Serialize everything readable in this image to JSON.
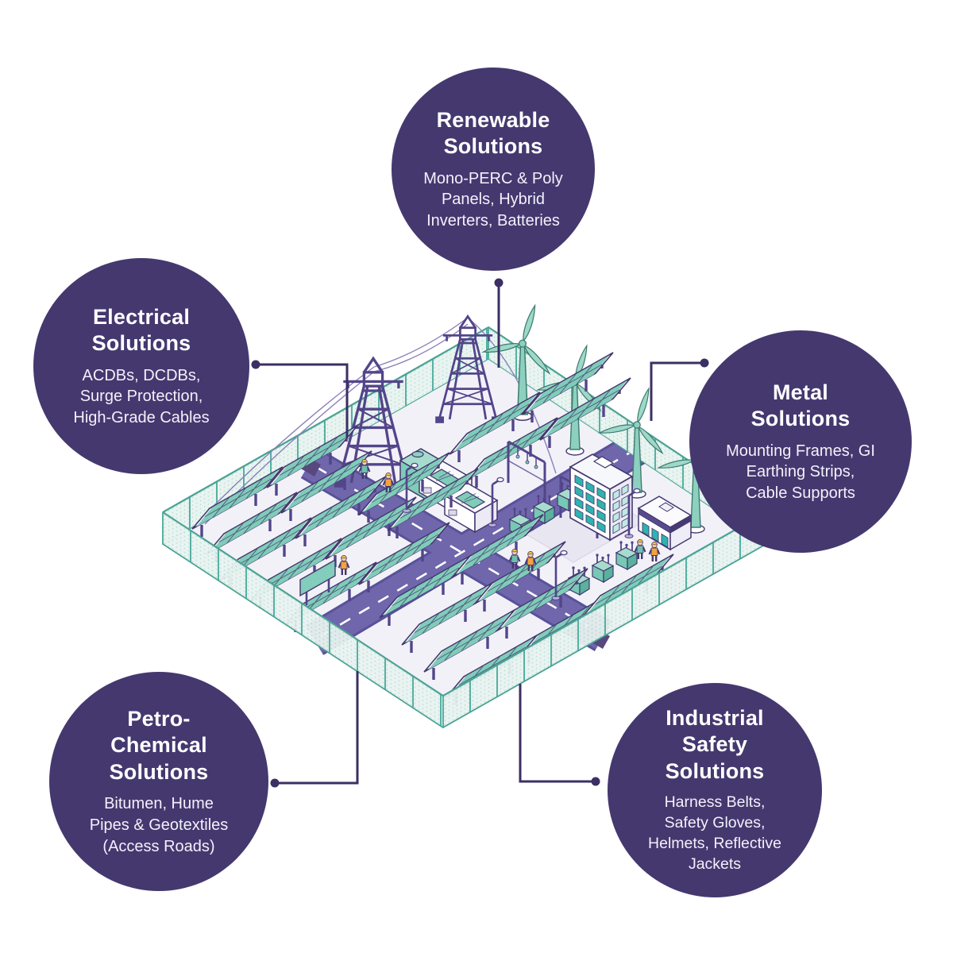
{
  "bubbles": {
    "renewable": {
      "title": [
        "Renewable",
        "Solutions"
      ],
      "desc": [
        "Mono-PERC & Poly",
        "Panels, Hybrid",
        "Inverters, Batteries"
      ]
    },
    "electrical": {
      "title": [
        "Electrical",
        "Solutions"
      ],
      "desc": [
        "ACDBs, DCDBs,",
        "Surge Protection,",
        "High-Grade Cables"
      ]
    },
    "metal": {
      "title": [
        "Metal",
        "Solutions"
      ],
      "desc": [
        "Mounting Frames, GI",
        "Earthing Strips,",
        "Cable Supports"
      ]
    },
    "petro_chemical": {
      "title": [
        "Petro-",
        "Chemical",
        "Solutions"
      ],
      "desc": [
        "Bitumen, Hume",
        "Pipes & Geotextiles",
        "(Access Roads)"
      ]
    },
    "industrial_safety": {
      "title": [
        "Industrial",
        "Safety",
        "Solutions"
      ],
      "desc": [
        "Harness Belts,",
        "Safety Gloves,",
        "Helmets, Reflective",
        "Jackets"
      ]
    }
  },
  "colors": {
    "bubble": "#45386f",
    "bubble_text": "#ffffff",
    "connector": "#3b2f63",
    "panel_teal": "#7fccb9",
    "fence_teal": "#4aa294",
    "structure_purple": "#53458a",
    "road_purple": "#6f66ab",
    "ground": "#f2f1f8",
    "vest_orange": "#f5a23c",
    "helmet_yellow": "#f5c33c"
  }
}
